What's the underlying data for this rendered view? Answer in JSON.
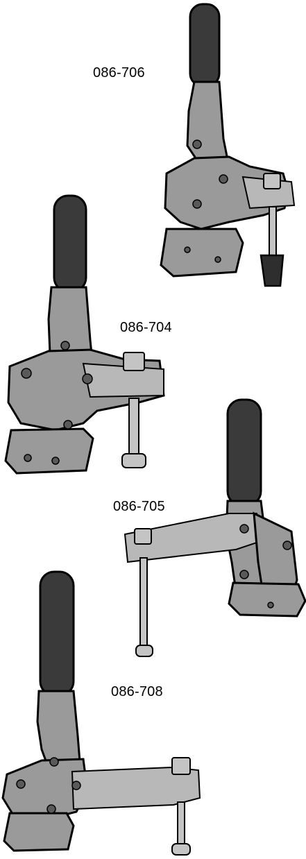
{
  "parts": {
    "clamp_706": {
      "label": "086-706"
    },
    "clamp_704": {
      "label": "086-704"
    },
    "clamp_705": {
      "label": "086-705"
    },
    "clamp_708": {
      "label": "086-708"
    }
  }
}
